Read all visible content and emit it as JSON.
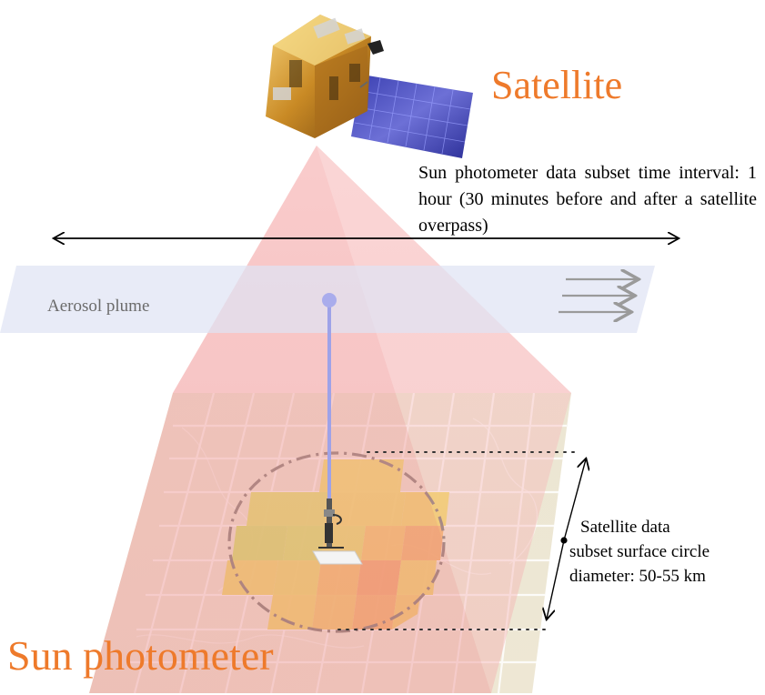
{
  "labels": {
    "satellite_title": "Satellite",
    "sun_photometer_title": "Sun photometer",
    "aerosol_plume": "Aerosol plume",
    "time_note": "Sun photometer data subset time interval: 1 hour (30 minutes before and after a satellite overpass)",
    "circle_note_lines": [
      "Satellite data",
      "subset surface circle",
      "diameter: 50-55 km"
    ]
  },
  "colors": {
    "title_orange": "#ee7a2b",
    "beam_pink": "#f4a0a0",
    "plume_lavender": "#dfe3f4",
    "mast_blue": "#9ea2e8",
    "grid_beige": "#e8e0c8",
    "cell_green": "#c4e24a",
    "cell_yellow": "#efe24a",
    "cell_orange": "#f3a24a",
    "arrow_gray": "#9a9a9a"
  },
  "icons": {
    "satellite": "satellite-icon",
    "sun_photometer": "sun-photometer-icon"
  }
}
